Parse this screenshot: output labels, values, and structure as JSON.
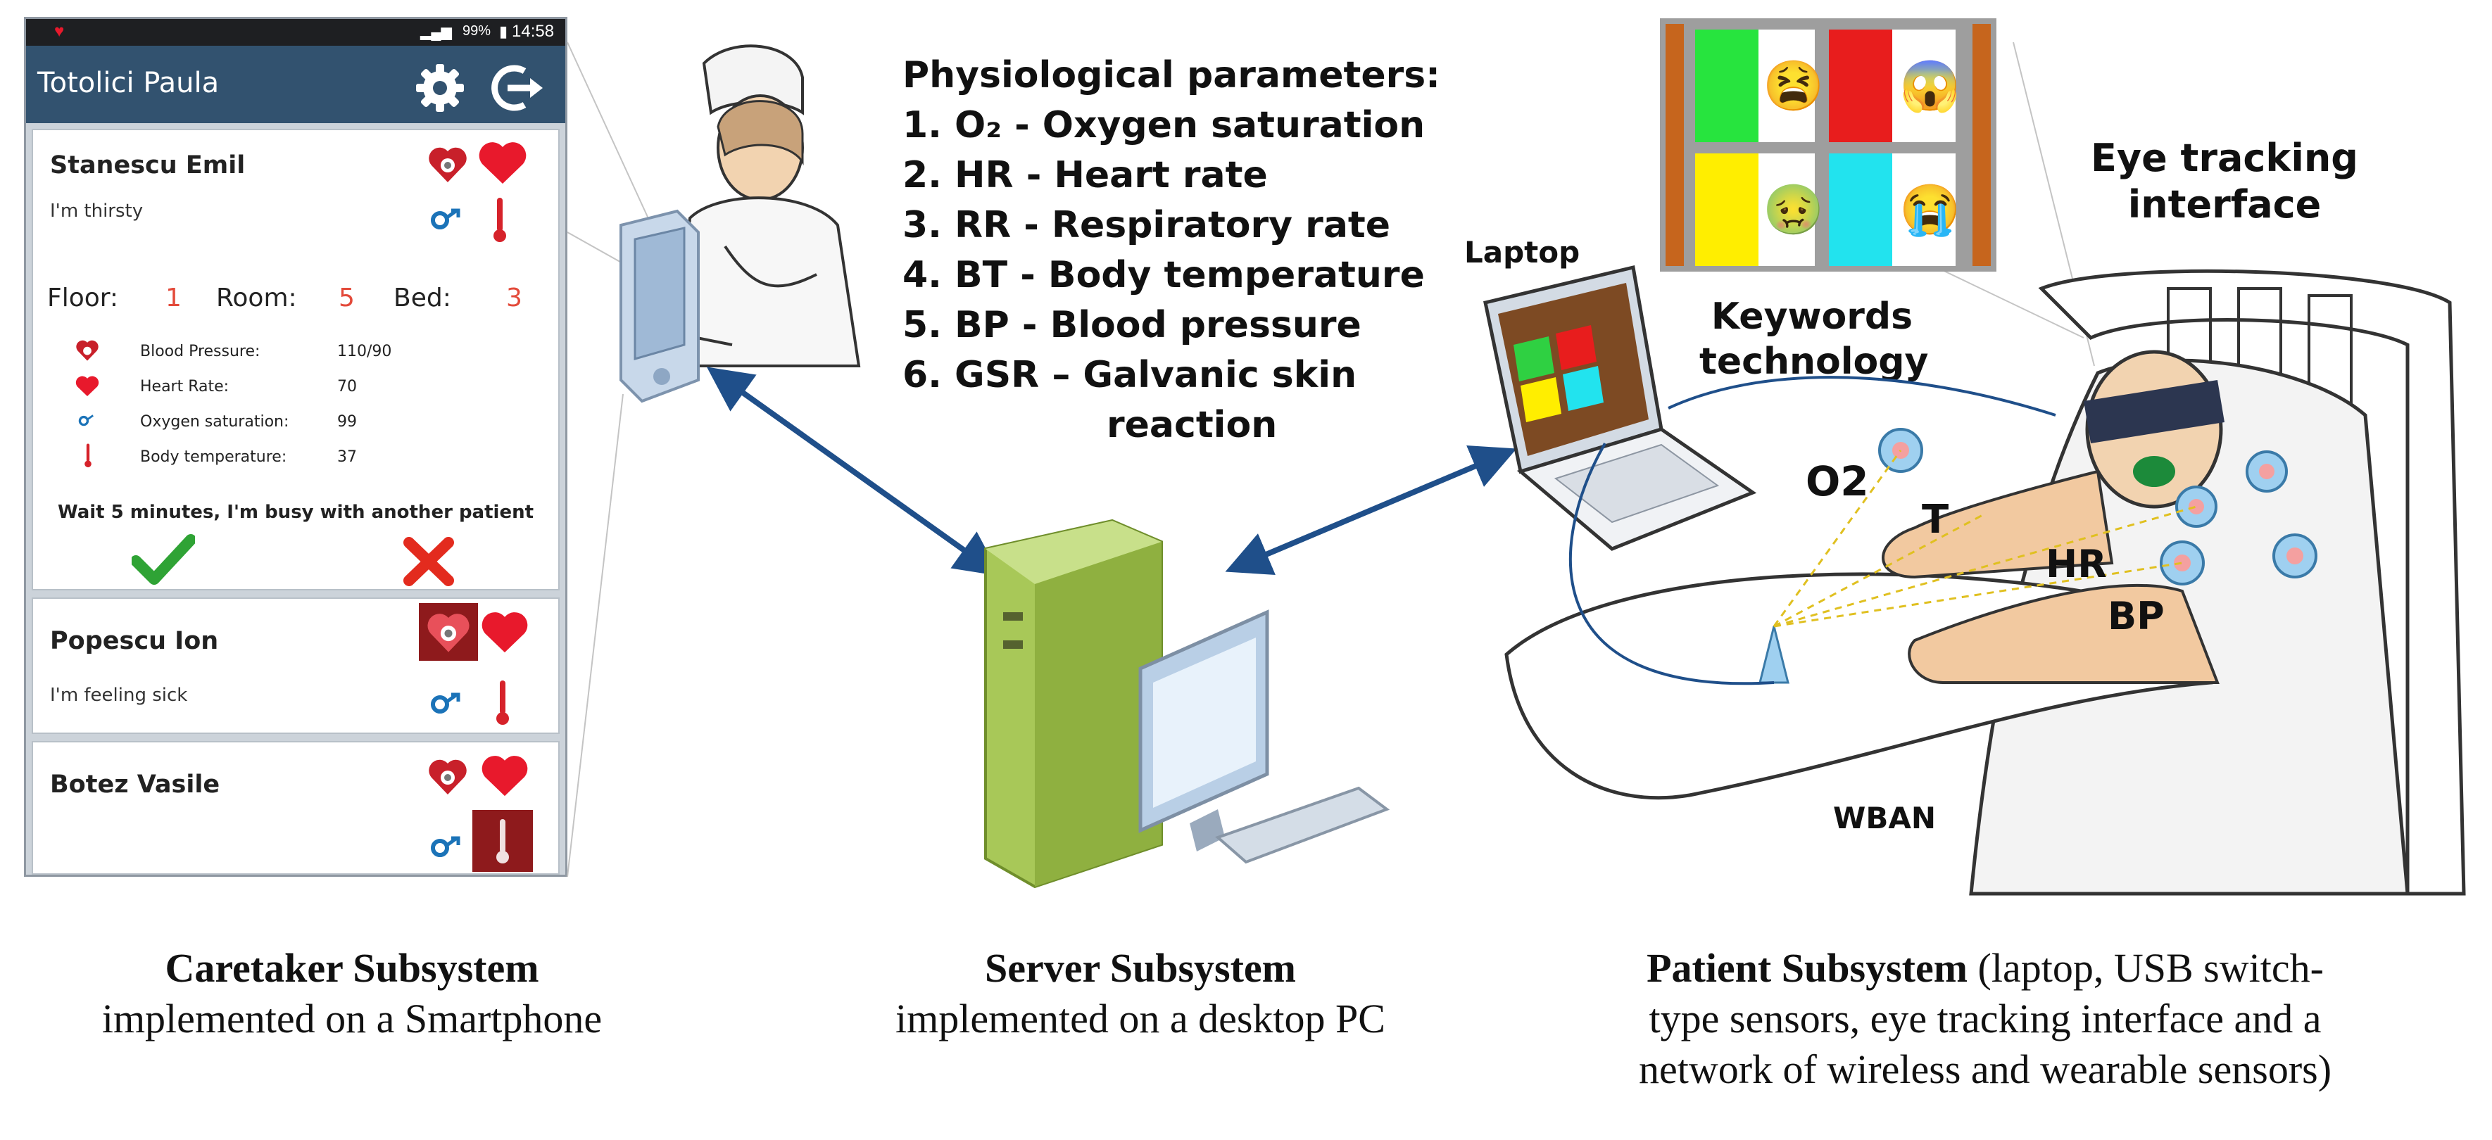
{
  "phone": {
    "status_time": "14:58",
    "status_battery": "99%",
    "app_title": "Totolici Paula",
    "patients": [
      {
        "name": "Stanescu Emil",
        "message": "I'm thirsty"
      },
      {
        "name": "Popescu Ion",
        "message": "I'm feeling sick"
      },
      {
        "name": "Botez Vasile",
        "message": ""
      }
    ],
    "location": {
      "floor_label": "Floor:",
      "floor": "1",
      "room_label": "Room:",
      "room": "5",
      "bed_label": "Bed:",
      "bed": "3"
    },
    "vitals": [
      {
        "label": "Blood Pressure:",
        "value": "110/90"
      },
      {
        "label": "Heart Rate:",
        "value": "70"
      },
      {
        "label": "Oxygen saturation:",
        "value": "99"
      },
      {
        "label": "Body temperature:",
        "value": "37"
      }
    ],
    "reply": "Wait 5 minutes, I'm busy with another patient"
  },
  "params": {
    "title": "Physiological parameters:",
    "items": [
      "1. O₂ - Oxygen saturation",
      "2. HR - Heart rate",
      "3. RR - Respiratory rate",
      "4. BT - Body temperature",
      "5. BP - Blood pressure",
      "6. GSR – Galvanic skin"
    ],
    "item6_cont": "reaction"
  },
  "labels": {
    "laptop": "Laptop",
    "keywords": [
      "Keywords",
      "technology"
    ],
    "eye_tracking": [
      "Eye tracking",
      "interface"
    ],
    "o2": "O2",
    "t": "T",
    "hr": "HR",
    "bp": "BP",
    "wban": "WBAN"
  },
  "captions": {
    "caretaker_title": "Caretaker Subsystem",
    "caretaker_sub": "implemented on a Smartphone",
    "server_title": "Server Subsystem",
    "server_sub": "implemented on a desktop PC",
    "patient_title": "Patient Subsystem",
    "patient_rest1": " (laptop, USB switch-",
    "patient_line2": "type sensors, eye tracking interface and a",
    "patient_line3": "network of wireless and wearable sensors)"
  },
  "colors": {
    "app_bar": "#32526f",
    "accent_red": "#e34a3a",
    "heart": "#e8192c",
    "check": "#2fa335",
    "cross": "#e32b1e",
    "arrow": "#1f4f8a",
    "server_green": "#a8c858"
  }
}
